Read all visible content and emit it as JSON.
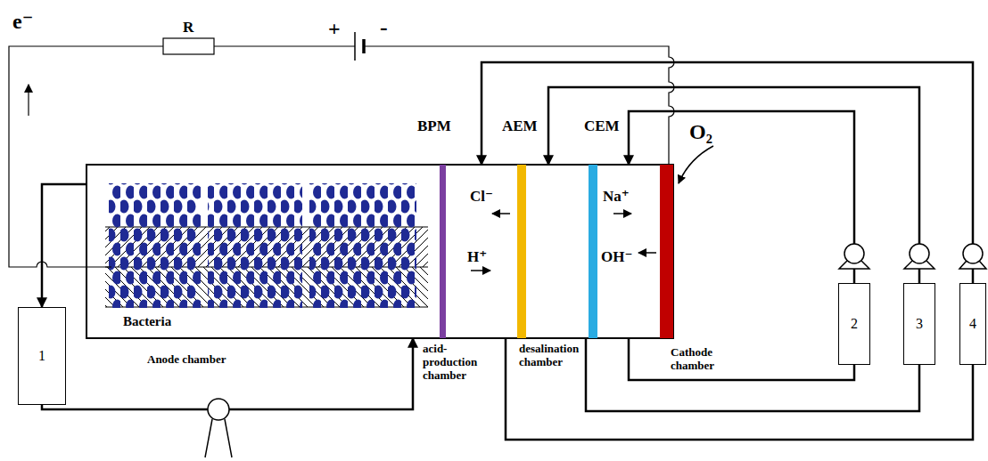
{
  "diagram": {
    "nodes": [
      {
        "text": [
          "Anode chamber"
        ]
      },
      {
        "text": [
          "acid-production chamber"
        ]
      },
      {
        "text": [
          "desalination chamber"
        ]
      },
      {
        "text": [
          "Cathode chamber"
        ]
      },
      {
        "text": [
          "1"
        ]
      },
      {
        "text": [
          "2"
        ]
      },
      {
        "text": [
          "3"
        ]
      },
      {
        "text": [
          "4"
        ]
      }
    ],
    "edges": [
      {
        "from": 0,
        "to": 4,
        "arrow": "to"
      },
      {
        "from": 4,
        "to": 0,
        "arrow": "to"
      },
      {
        "from": 7,
        "to": 1,
        "arrow": "to"
      },
      {
        "from": 1,
        "to": 7,
        "arrow": "none"
      },
      {
        "from": 6,
        "to": 2,
        "arrow": "to"
      },
      {
        "from": 2,
        "to": 6,
        "arrow": "none"
      },
      {
        "from": 5,
        "to": 3,
        "arrow": "to"
      },
      {
        "from": 3,
        "to": 5,
        "arrow": "none"
      }
    ],
    "labels": [
      "e⁻",
      "R",
      "+",
      "-",
      "BPM",
      "AEM",
      "CEM",
      "O₂",
      "Cl⁻",
      "H⁺",
      "Na⁺",
      "OH⁻",
      "Bacteria"
    ]
  }
}
